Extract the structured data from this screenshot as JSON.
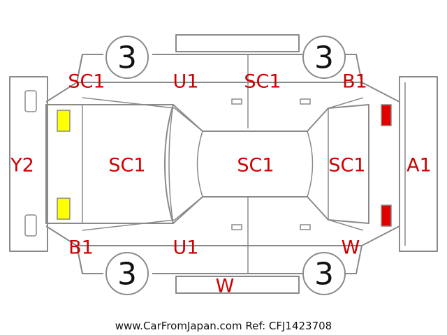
{
  "colors": {
    "outline": "#8a8a8a",
    "damage_code": "#cc0000",
    "headlight": "#ffff00",
    "taillight": "#e00000"
  },
  "tires": [
    {
      "id": "front-left",
      "value": "3"
    },
    {
      "id": "front-right",
      "value": "3"
    },
    {
      "id": "rear-left",
      "value": "3"
    },
    {
      "id": "rear-right",
      "value": "3"
    }
  ],
  "labels": {
    "front_bumper": "Y2",
    "rear_bumper": "A1",
    "hood": "SC1",
    "roof": "SC1",
    "trunk": "SC1",
    "top_left_fender": "SC1",
    "top_front_door": "U1",
    "top_rear_door": "SC1",
    "top_rear_quarter": "B1",
    "bottom_left_fender": "B1",
    "bottom_front_door": "U1",
    "bottom_rear_quarter": "W",
    "bottom_rocker": "W"
  },
  "footer": "www.CarFromJapan.com Ref: CFJ1423708"
}
